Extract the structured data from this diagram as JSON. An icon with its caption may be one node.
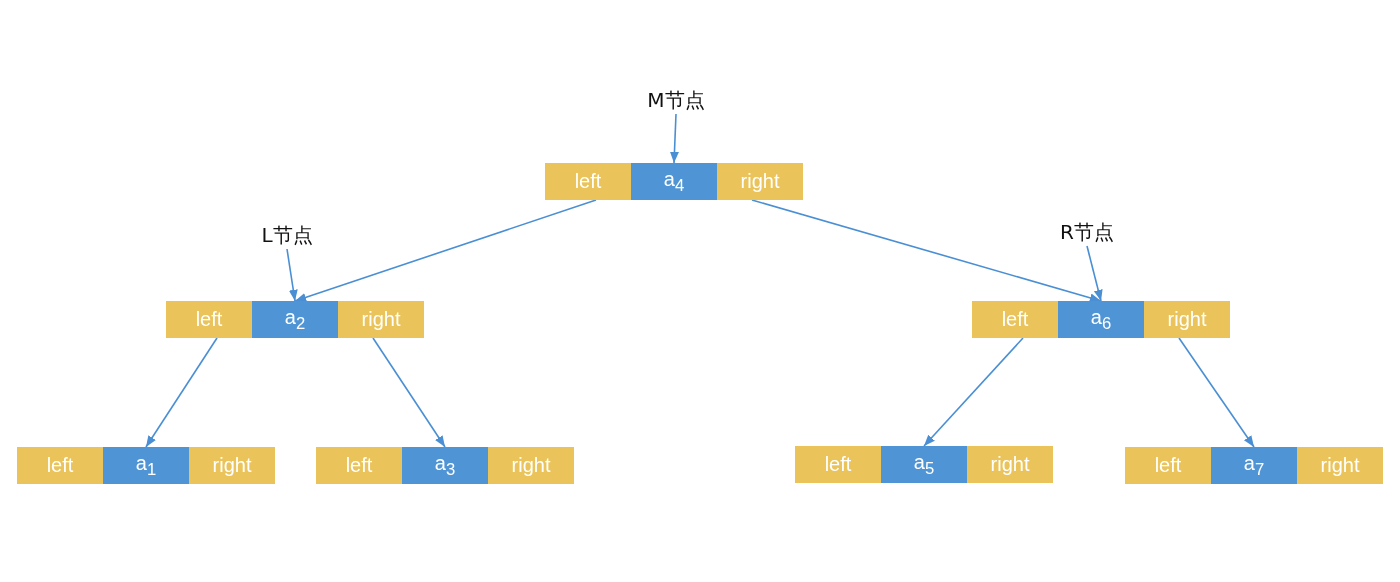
{
  "diagram": {
    "nodes": [
      {
        "text": [
          "M节点"
        ]
      },
      {
        "text": [
          "left"
        ]
      },
      {
        "text": [
          "a$_{4}$"
        ]
      },
      {
        "text": [
          "right"
        ]
      },
      {
        "text": [
          "L节点"
        ]
      },
      {
        "text": [
          "R节点"
        ]
      },
      {
        "text": [
          "left"
        ]
      },
      {
        "text": [
          "a$_{2}$"
        ]
      },
      {
        "text": [
          "right"
        ]
      },
      {
        "text": [
          "left"
        ]
      },
      {
        "text": [
          "a$_{6}$"
        ]
      },
      {
        "text": [
          "right"
        ]
      },
      {
        "text": [
          "left"
        ]
      },
      {
        "text": [
          "a$_{1}$"
        ]
      },
      {
        "text": [
          "right"
        ]
      },
      {
        "text": [
          "left"
        ]
      },
      {
        "text": [
          "a$_{3}$"
        ]
      },
      {
        "text": [
          "right"
        ]
      },
      {
        "text": [
          "left"
        ]
      },
      {
        "text": [
          "a$_{5}$"
        ]
      },
      {
        "text": [
          "right"
        ]
      },
      {
        "text": [
          "left"
        ]
      },
      {
        "text": [
          "a$_{7}$"
        ]
      },
      {
        "text": [
          "right"
        ]
      }
    ],
    "edges": [
      {
        "from": 0,
        "to": 2,
        "arrow": "to"
      },
      {
        "from": 4,
        "to": 7,
        "arrow": "to"
      },
      {
        "from": 5,
        "to": 10,
        "arrow": "to"
      },
      {
        "from": 1,
        "to": 7,
        "arrow": "to"
      },
      {
        "from": 3,
        "to": 10,
        "arrow": "to"
      },
      {
        "from": 6,
        "to": 13,
        "arrow": "to"
      },
      {
        "from": 8,
        "to": 16,
        "arrow": "to"
      },
      {
        "from": 9,
        "to": 19,
        "arrow": "to"
      },
      {
        "from": 11,
        "to": 22,
        "arrow": "to"
      }
    ]
  }
}
